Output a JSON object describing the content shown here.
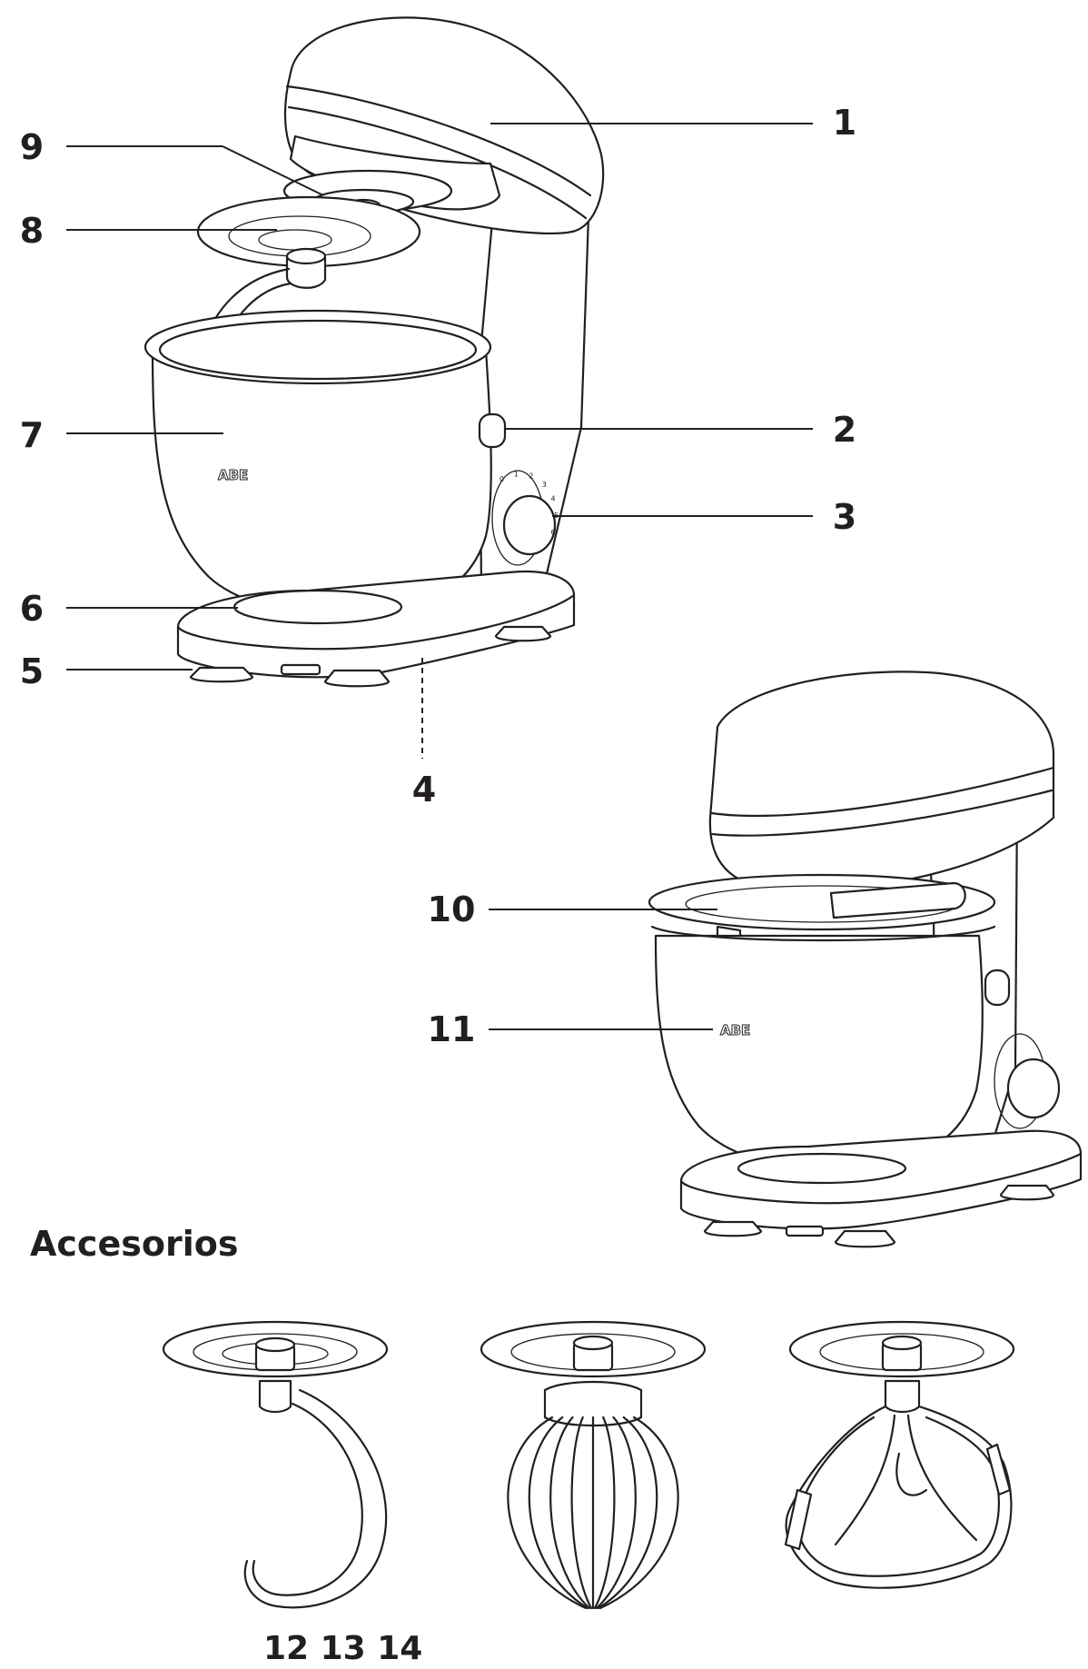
{
  "diagram": {
    "callouts": {
      "c1": "1",
      "c2": "2",
      "c3": "3",
      "c4": "4",
      "c5": "5",
      "c6": "6",
      "c7": "7",
      "c8": "8",
      "c9": "9",
      "c10": "10",
      "c11": "11"
    },
    "accessories_heading": "Accesorios",
    "accessory_numbers": "12 13 14",
    "brand_logo": "ABE",
    "speed_marks": [
      "0",
      "1",
      "2",
      "3",
      "4",
      "5",
      "6"
    ]
  },
  "colors": {
    "line": "#231f20",
    "background": "#ffffff"
  }
}
